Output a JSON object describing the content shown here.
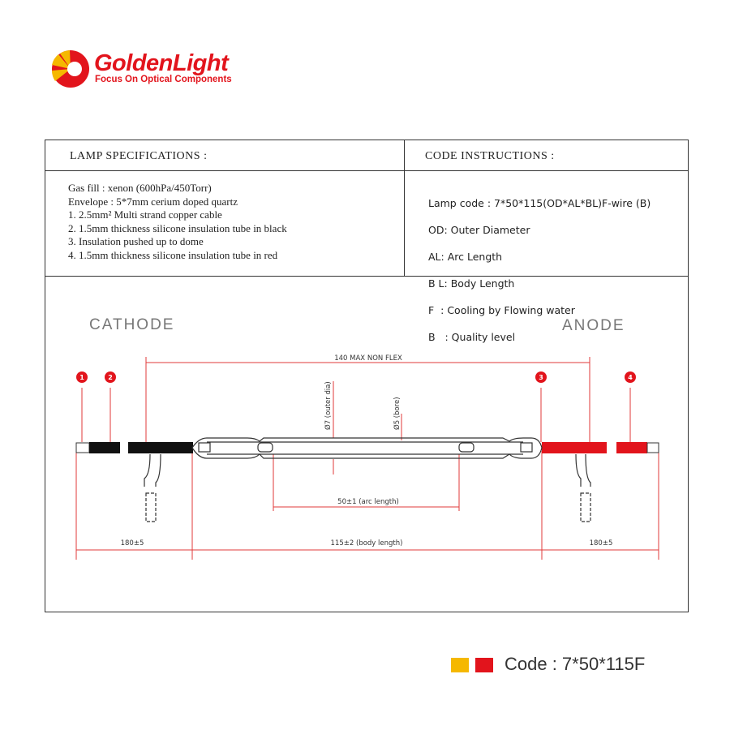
{
  "logo": {
    "brand": "GoldenLight",
    "tagline": "Focus On Optical Components"
  },
  "specs": {
    "title": "LAMP SPECIFICATIONS :",
    "lines": [
      "Gas fill : xenon (600hPa/450Torr)",
      "Envelope : 5*7mm cerium doped quartz",
      "1. 2.5mm² Multi strand copper cable",
      "2. 1.5mm thickness silicone insulation tube in  black",
      "3. Insulation pushed up to dome",
      "4. 1.5mm thickness silicone insulation tube in red"
    ]
  },
  "code_instructions": {
    "title": "CODE INSTRUCTIONS :",
    "lines": [
      "Lamp code : 7*50*115(OD*AL*BL)F-wire (B)",
      "OD: Outer Diameter",
      "AL: Arc Length",
      "B L: Body Length",
      "F  : Cooling by Flowing water",
      "B   : Quality level"
    ]
  },
  "diagram": {
    "cathode": "CATHODE",
    "anode": "ANODE",
    "max_non_flex": "140 MAX NON FLEX",
    "outer_dia": "Ø7 (outer dia)",
    "bore": "Ø5 (bore)",
    "arc_length": "50±1 (arc length)",
    "body_length": "115±2 (body length)",
    "lead_left": "180±5",
    "lead_right": "180±5",
    "markers": [
      "1",
      "2",
      "3",
      "4"
    ]
  },
  "colors": {
    "brand_red": "#e2141c",
    "swatch_yellow": "#f5b800",
    "swatch_red": "#e2141c",
    "dim_line": "#e23a3a"
  },
  "footer": {
    "code_label": "Code : 7*50*115F"
  }
}
